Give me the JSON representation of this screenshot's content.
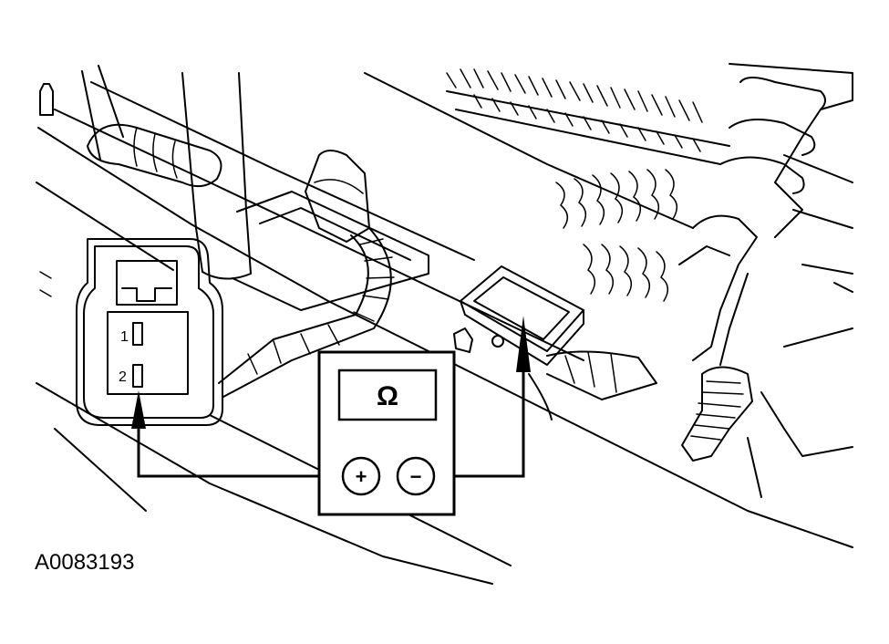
{
  "figure_id": "A0083193",
  "connector": {
    "pin_labels": [
      "1",
      "2"
    ]
  },
  "meter": {
    "display_symbol": "Ω",
    "positive_symbol": "+",
    "negative_symbol": "−"
  }
}
